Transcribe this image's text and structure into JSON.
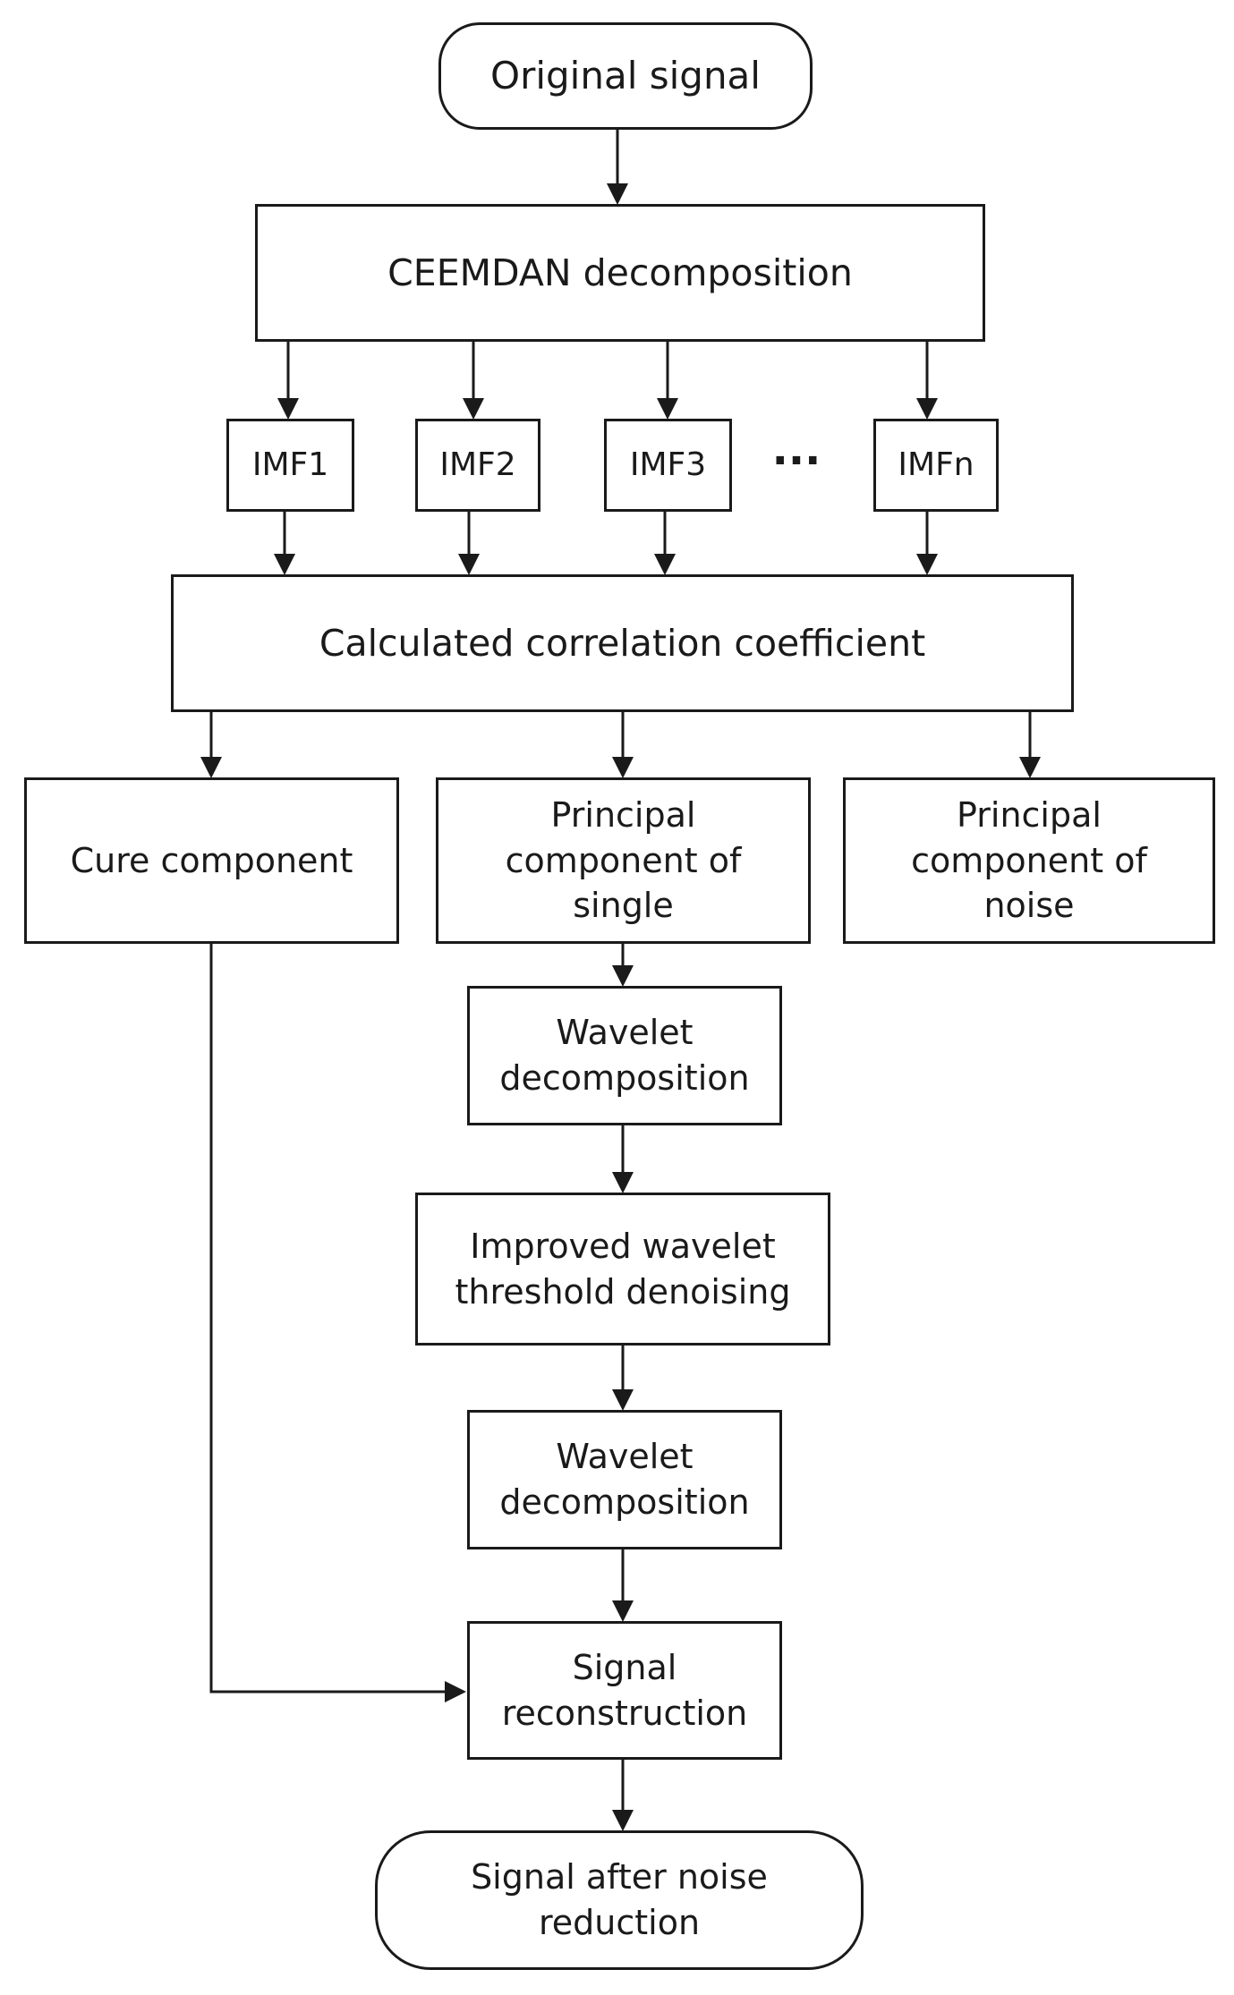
{
  "diagram": {
    "type": "flowchart",
    "nodes": {
      "original_signal": "Original signal",
      "ceemdan": "CEEMDAN decomposition",
      "imf1": "IMF1",
      "imf2": "IMF2",
      "imf3": "IMF3",
      "ellipsis": "···",
      "imfn": "IMFn",
      "correlation": "Calculated correlation coefficient",
      "cure_component": "Cure component",
      "principal_single": "Principal component of single",
      "principal_noise": "Principal component of noise",
      "wavelet_decomposition_1": "Wavelet decomposition",
      "improved_denoising": "Improved wavelet threshold denoising",
      "wavelet_decomposition_2": "Wavelet decomposition",
      "signal_reconstruction": "Signal reconstruction",
      "signal_after": "Signal after noise reduction"
    },
    "edges": [
      [
        "original_signal",
        "ceemdan"
      ],
      [
        "ceemdan",
        "imf1"
      ],
      [
        "ceemdan",
        "imf2"
      ],
      [
        "ceemdan",
        "imf3"
      ],
      [
        "ceemdan",
        "imfn"
      ],
      [
        "imf1",
        "correlation"
      ],
      [
        "imf2",
        "correlation"
      ],
      [
        "imf3",
        "correlation"
      ],
      [
        "imfn",
        "correlation"
      ],
      [
        "correlation",
        "cure_component"
      ],
      [
        "correlation",
        "principal_single"
      ],
      [
        "correlation",
        "principal_noise"
      ],
      [
        "principal_single",
        "wavelet_decomposition_1"
      ],
      [
        "wavelet_decomposition_1",
        "improved_denoising"
      ],
      [
        "improved_denoising",
        "wavelet_decomposition_2"
      ],
      [
        "wavelet_decomposition_2",
        "signal_reconstruction"
      ],
      [
        "cure_component",
        "signal_reconstruction"
      ],
      [
        "signal_reconstruction",
        "signal_after"
      ]
    ]
  }
}
